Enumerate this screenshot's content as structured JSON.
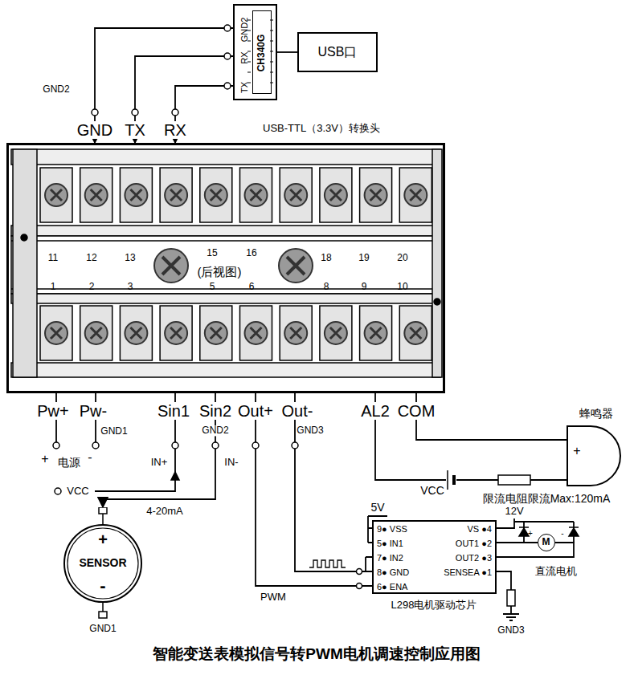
{
  "diagram": {
    "caption": "智能变送表模拟信号转PWM电机调速控制应用图",
    "nodes": [
      {
        "text": [
          "GND2",
          "RX",
          "TX"
        ]
      },
      {
        "text": [
          "CH340G"
        ],
        "in": 0
      },
      {
        "text": [
          "USB口"
        ]
      },
      {
        "text": [
          "(后视图)"
        ]
      },
      {
        "text": [
          "蜂鸣器",
          "+"
        ]
      },
      {
        "text": [
          "+",
          "SENSOR",
          "-"
        ]
      },
      {
        "text": [
          "9● VSS",
          "5● IN1",
          "7● IN2",
          "8● GND",
          "6● ENA",
          "VS ●4",
          "OUT1 ●2",
          "OUT2 ●3",
          "SENSEA ●1",
          "L298电机驱动芯片"
        ]
      },
      {
        "text": [
          "M"
        ]
      }
    ],
    "edges": [
      {
        "from": 0,
        "to": 3,
        "arrow": "to"
      },
      {
        "from": 0,
        "to": 3,
        "arrow": "to"
      },
      {
        "from": 0,
        "to": 3,
        "arrow": "to"
      },
      {
        "from": 0,
        "to": 2,
        "arrow": "none"
      },
      {
        "from": 3,
        "to": 5,
        "arrow": "to",
        "label": "4-20mA"
      },
      {
        "from": 3,
        "to": 6,
        "arrow": "none",
        "label": "PWM"
      },
      {
        "from": 3,
        "to": 6,
        "arrow": "none"
      },
      {
        "from": 6,
        "to": 7,
        "arrow": "none"
      },
      {
        "from": 6,
        "to": 7,
        "arrow": "none"
      },
      {
        "from": 3,
        "to": 4,
        "arrow": "none"
      },
      {
        "from": 3,
        "to": 4,
        "arrow": "none"
      }
    ],
    "labels": [
      "GND2",
      "GND",
      "TX",
      "RX",
      "USB-TTL（3.3V）转换头",
      "11",
      "12",
      "13",
      "15",
      "16",
      "18",
      "19",
      "20",
      "1",
      "2",
      "3",
      "5",
      "6",
      "8",
      "9",
      "10",
      "Pw+",
      "Pw-",
      "Sin1",
      "Sin2",
      "Out+",
      "Out-",
      "AL2",
      "COM",
      "GND1",
      "+",
      "电源",
      "-",
      "GND2",
      "IN+",
      "IN-",
      "VCC",
      "GND1",
      "GND3",
      "5V",
      "12V",
      "+",
      "-",
      "直流电机",
      "GND3",
      "VCC",
      "限流电阻限流Max:120mA"
    ]
  }
}
